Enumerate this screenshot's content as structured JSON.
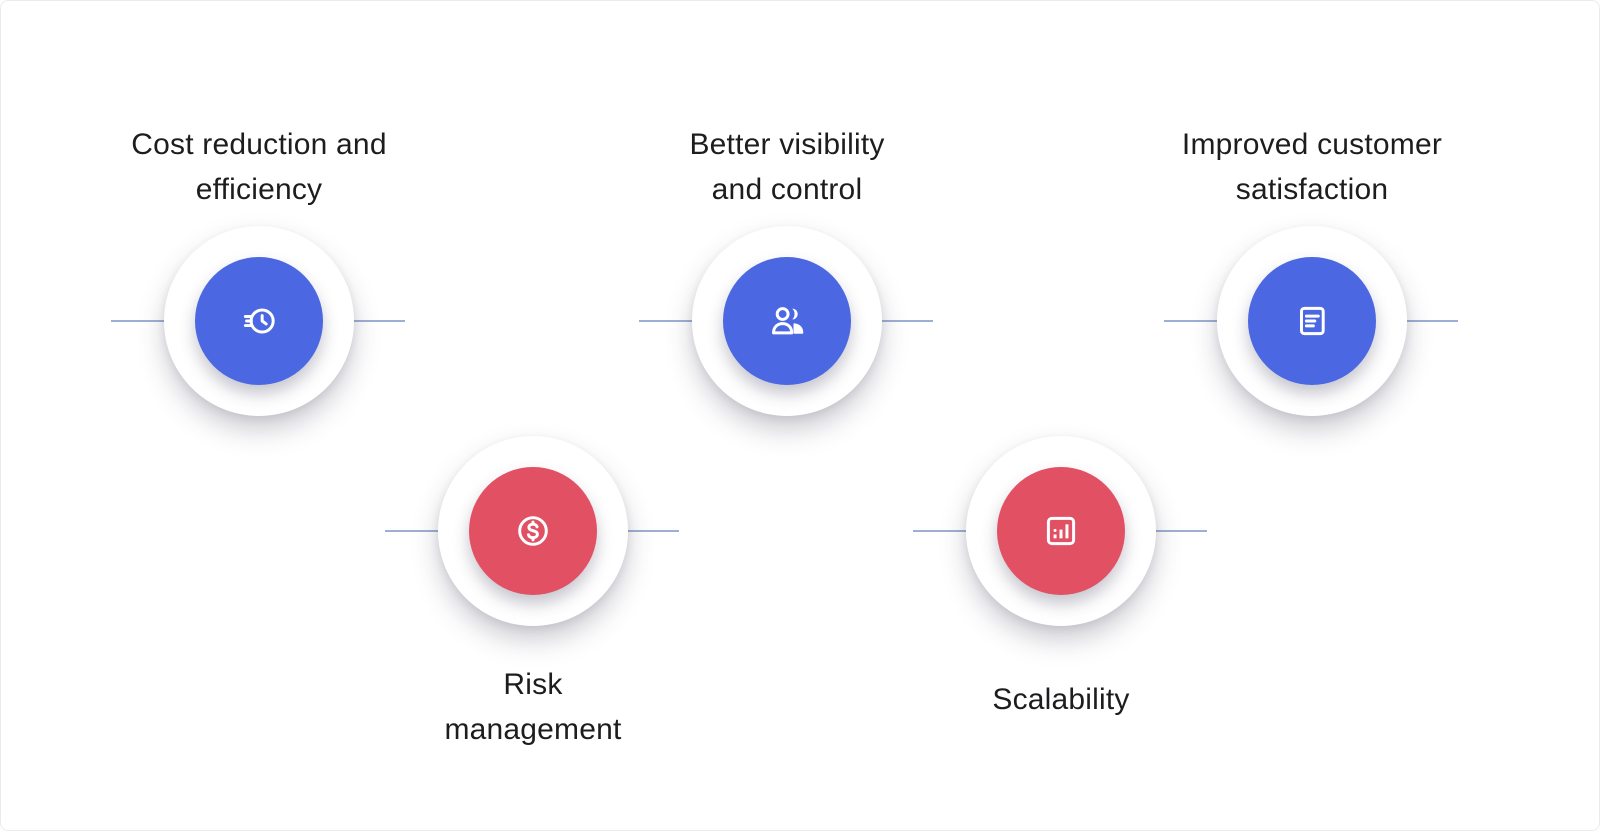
{
  "page": {
    "background": "#ffffff",
    "border_color": "#ebebeb"
  },
  "colors": {
    "blue_circle": "#4b67e1",
    "red_circle": "#e25064",
    "white_ring": "#ffffff",
    "connector_line": "#9fafd4",
    "label_text": "#1d1d1f",
    "icon_stroke": "#ffffff"
  },
  "nodes": [
    {
      "id": "cost-reduction-efficiency",
      "label": "Cost reduction and efficiency",
      "label_lines": [
        "Cost reduction and",
        "efficiency"
      ],
      "icon": "speed-clock-icon",
      "circle_color": "#4b67e1",
      "row": "top",
      "label_position": "above"
    },
    {
      "id": "better-visibility-control",
      "label": "Better visibility and control",
      "label_lines": [
        "Better visibility",
        "and control"
      ],
      "icon": "users-icon",
      "circle_color": "#4b67e1",
      "row": "top",
      "label_position": "above"
    },
    {
      "id": "improved-customer-satisfaction",
      "label": "Improved customer satisfaction",
      "label_lines": [
        "Improved customer",
        "satisfaction"
      ],
      "icon": "document-lines-icon",
      "circle_color": "#4b67e1",
      "row": "top",
      "label_position": "above"
    },
    {
      "id": "risk-management",
      "label": "Risk management",
      "label_lines": [
        "Risk",
        "management"
      ],
      "icon": "dollar-circle-icon",
      "circle_color": "#e25064",
      "row": "bottom",
      "label_position": "below"
    },
    {
      "id": "scalability",
      "label": "Scalability",
      "label_lines": [
        "Scalability"
      ],
      "icon": "bar-chart-icon",
      "circle_color": "#e25064",
      "row": "bottom",
      "label_position": "below"
    }
  ]
}
